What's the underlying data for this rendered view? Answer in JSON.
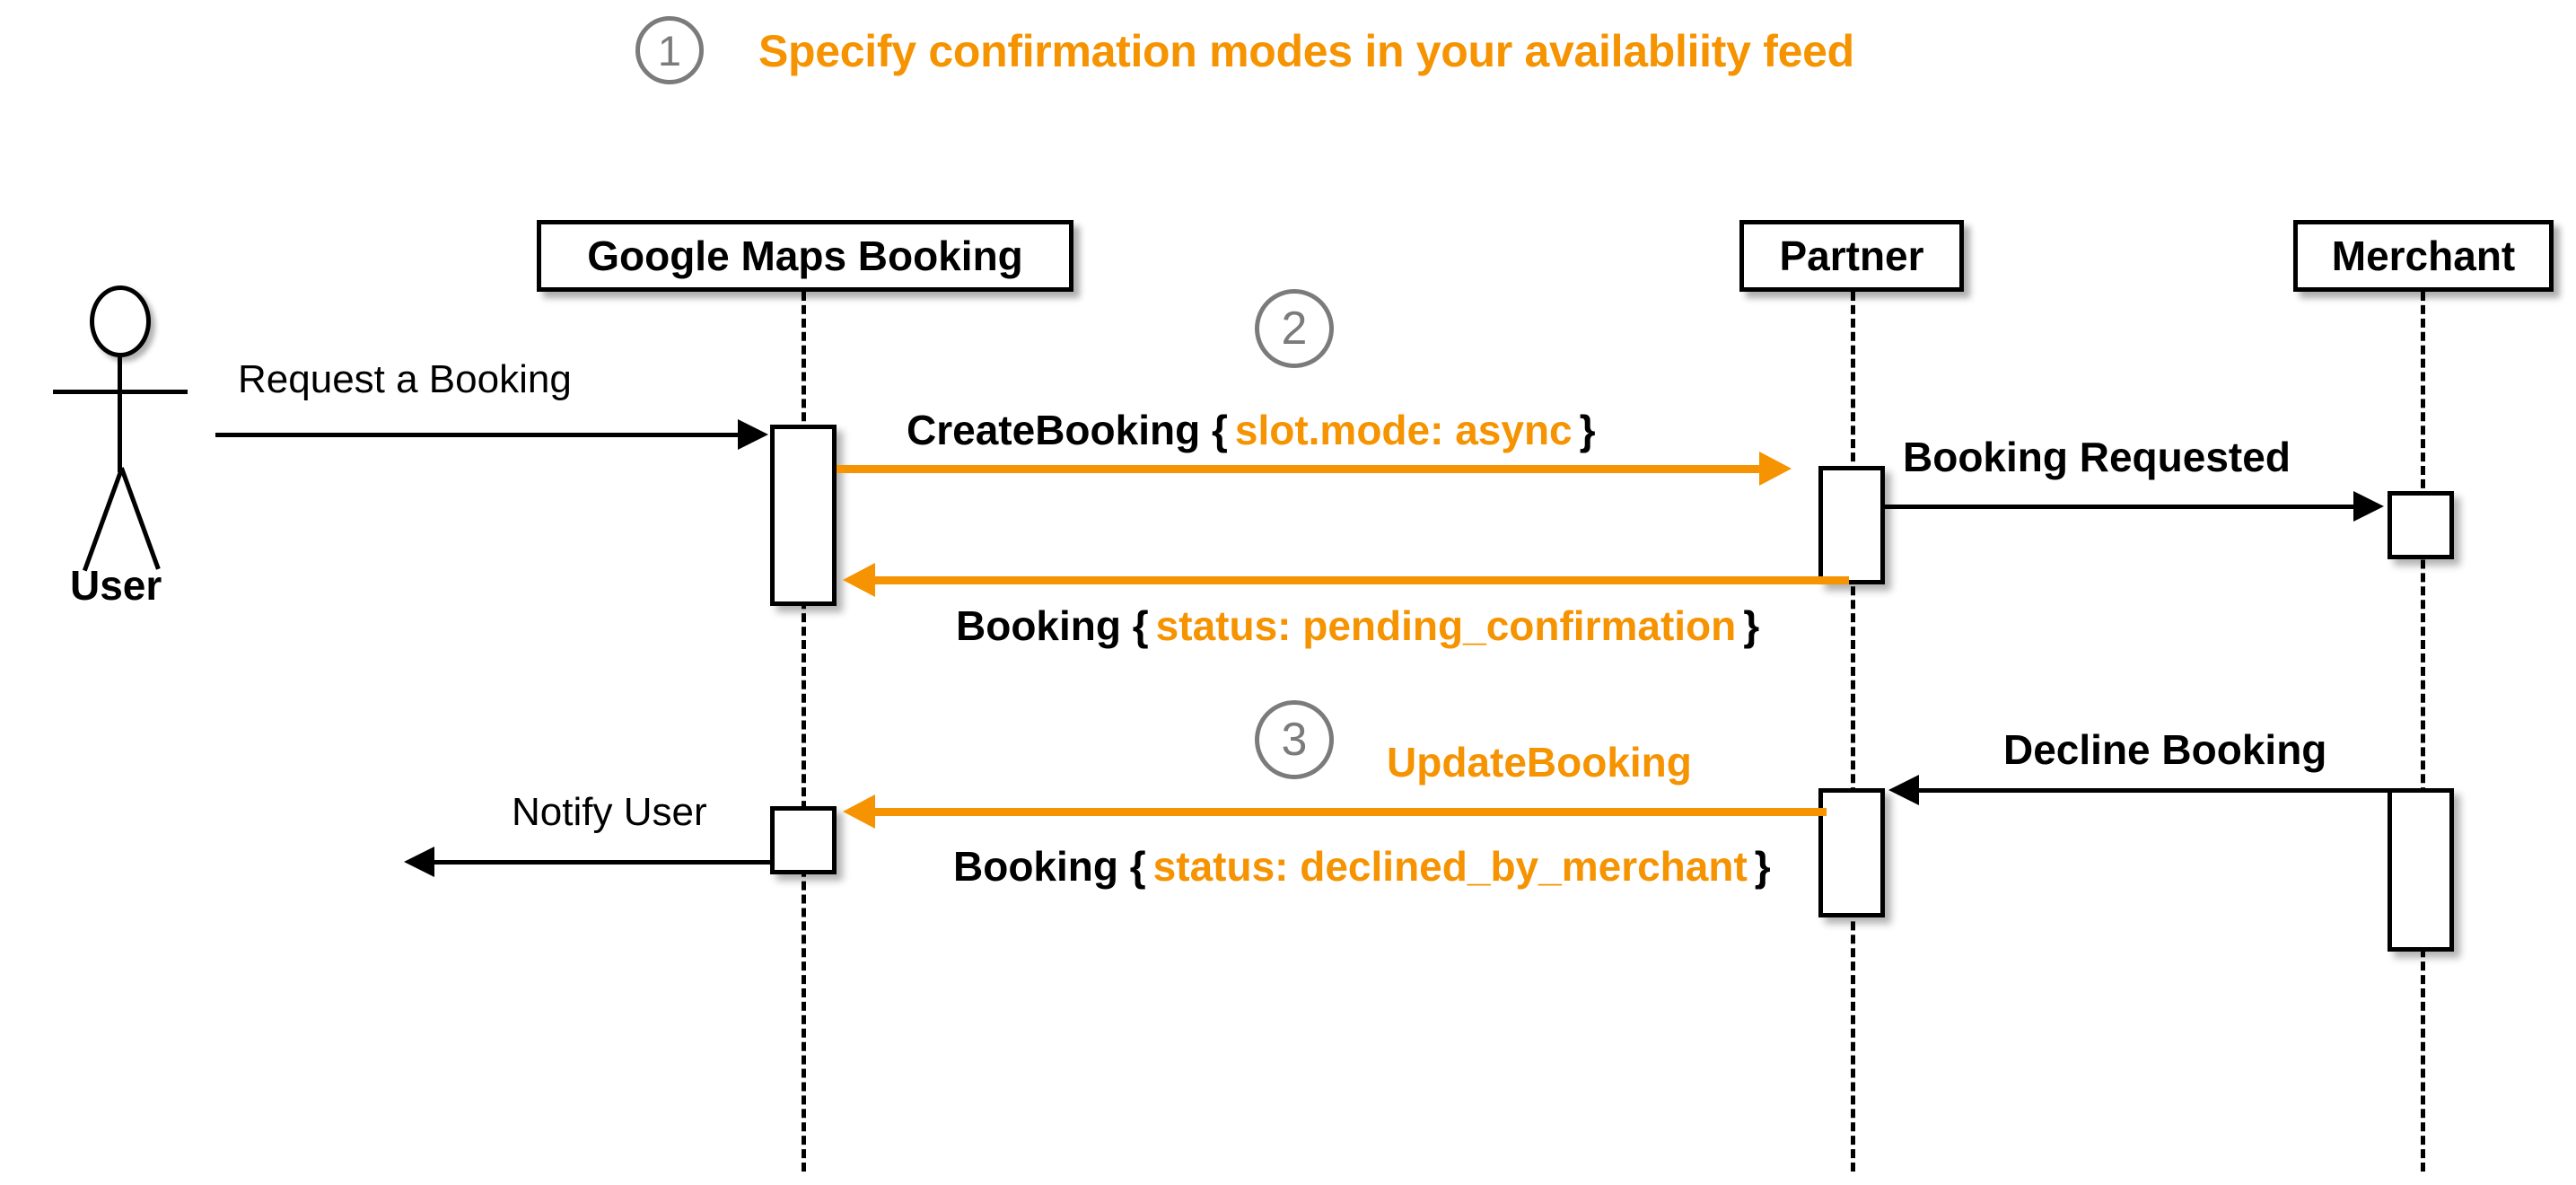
{
  "diagram": {
    "kind": "uml-sequence-diagram",
    "title": {
      "step": "1",
      "text": "Specify confirmation modes in your availabliity feed"
    },
    "colors": {
      "accent_orange": "#F59300",
      "line_black": "#000000",
      "badge_gray": "#7B7B7B",
      "background": "#FFFFFF"
    },
    "step_badges": [
      {
        "number": "1"
      },
      {
        "number": "2"
      },
      {
        "number": "3"
      }
    ],
    "actors": [
      {
        "id": "user",
        "label": "User",
        "type": "stick-figure"
      },
      {
        "id": "gmb",
        "label": "Google Maps Booking",
        "type": "lifeline-box"
      },
      {
        "id": "partner",
        "label": "Partner",
        "type": "lifeline-box"
      },
      {
        "id": "merchant",
        "label": "Merchant",
        "type": "lifeline-box"
      }
    ],
    "messages": [
      {
        "id": "request-a-booking",
        "from": "user",
        "to": "gmb",
        "direction": "right",
        "color": "black",
        "weight": "plain",
        "label": "Request a Booking",
        "label_prefix": "Request a Booking",
        "label_highlight": "",
        "label_suffix": ""
      },
      {
        "id": "create-booking",
        "from": "gmb",
        "to": "partner",
        "direction": "right",
        "color": "orange",
        "weight": "bold",
        "label": "CreateBooking { slot.mode: async }",
        "label_prefix": "CreateBooking {",
        "label_highlight": "slot.mode: async",
        "label_suffix": "}"
      },
      {
        "id": "booking-requested",
        "from": "partner",
        "to": "merchant",
        "direction": "right",
        "color": "black",
        "weight": "bold",
        "label": "Booking Requested",
        "label_prefix": "Booking Requested",
        "label_highlight": "",
        "label_suffix": ""
      },
      {
        "id": "booking-pending-confirmation",
        "from": "partner",
        "to": "gmb",
        "direction": "left",
        "color": "orange",
        "weight": "bold",
        "label": "Booking { status: pending_confirmation }",
        "label_prefix": "Booking {",
        "label_highlight": "status: pending_confirmation",
        "label_suffix": "}"
      },
      {
        "id": "decline-booking",
        "from": "merchant",
        "to": "partner",
        "direction": "left",
        "color": "black",
        "weight": "bold",
        "label": "Decline Booking",
        "label_prefix": "Decline Booking",
        "label_highlight": "",
        "label_suffix": ""
      },
      {
        "id": "update-booking",
        "from": "partner",
        "to": "gmb",
        "direction": "left",
        "color": "orange",
        "weight": "bold",
        "label": "UpdateBooking",
        "label_prefix": "UpdateBooking",
        "label_highlight": "",
        "label_suffix": ""
      },
      {
        "id": "booking-declined-by-merchant",
        "from": "partner",
        "to": "gmb",
        "direction": "left",
        "color": "orange",
        "weight": "bold",
        "label": "Booking { status: declined_by_merchant }",
        "label_prefix": "Booking {",
        "label_highlight": "status: declined_by_merchant",
        "label_suffix": "}"
      },
      {
        "id": "notify-user",
        "from": "gmb",
        "to": "user",
        "direction": "left",
        "color": "black",
        "weight": "plain",
        "label": "Notify User",
        "label_prefix": "Notify User",
        "label_highlight": "",
        "label_suffix": ""
      }
    ]
  }
}
